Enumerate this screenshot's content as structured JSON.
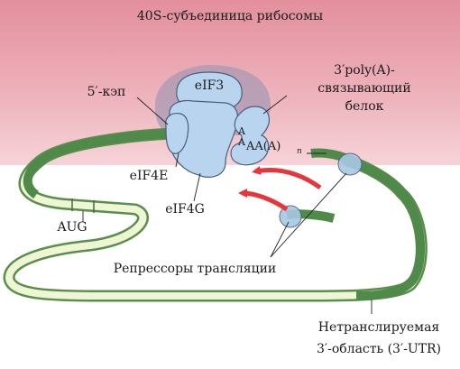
{
  "title": "40S-субъединица рибосомы",
  "labels": {
    "eif3": "eIF3",
    "cap": "5′-кэп",
    "pabp_line1": "3′poly(A)-",
    "pabp_line2": "связывающий",
    "pabp_line3": "белок",
    "polya_a1": "A",
    "polya_a2": "A",
    "polya_tail": "AA(A)",
    "polya_sub": "n",
    "eif4e": "eIF4E",
    "eif4g": "eIF4G",
    "aug": "AUG",
    "repressors": "Репрессоры трансляции",
    "utr_line1": "Нетранслируемая",
    "utr_line2": "3′-область (3′-UTR)"
  },
  "colors": {
    "ribosome_fill": "#efbcc4",
    "ribosome_top": "#e59aa6",
    "ribosome_shadow": "#a89ab2",
    "protein_fill": "#b8d4ee",
    "protein_stroke": "#4a5f80",
    "mrna_dark": "#4f8a4a",
    "mrna_light": "#eef6d6",
    "mrna_outline": "#5a8f4a",
    "repressor_fill": "#a8c8e4",
    "arrow_red": "#e8343a"
  }
}
